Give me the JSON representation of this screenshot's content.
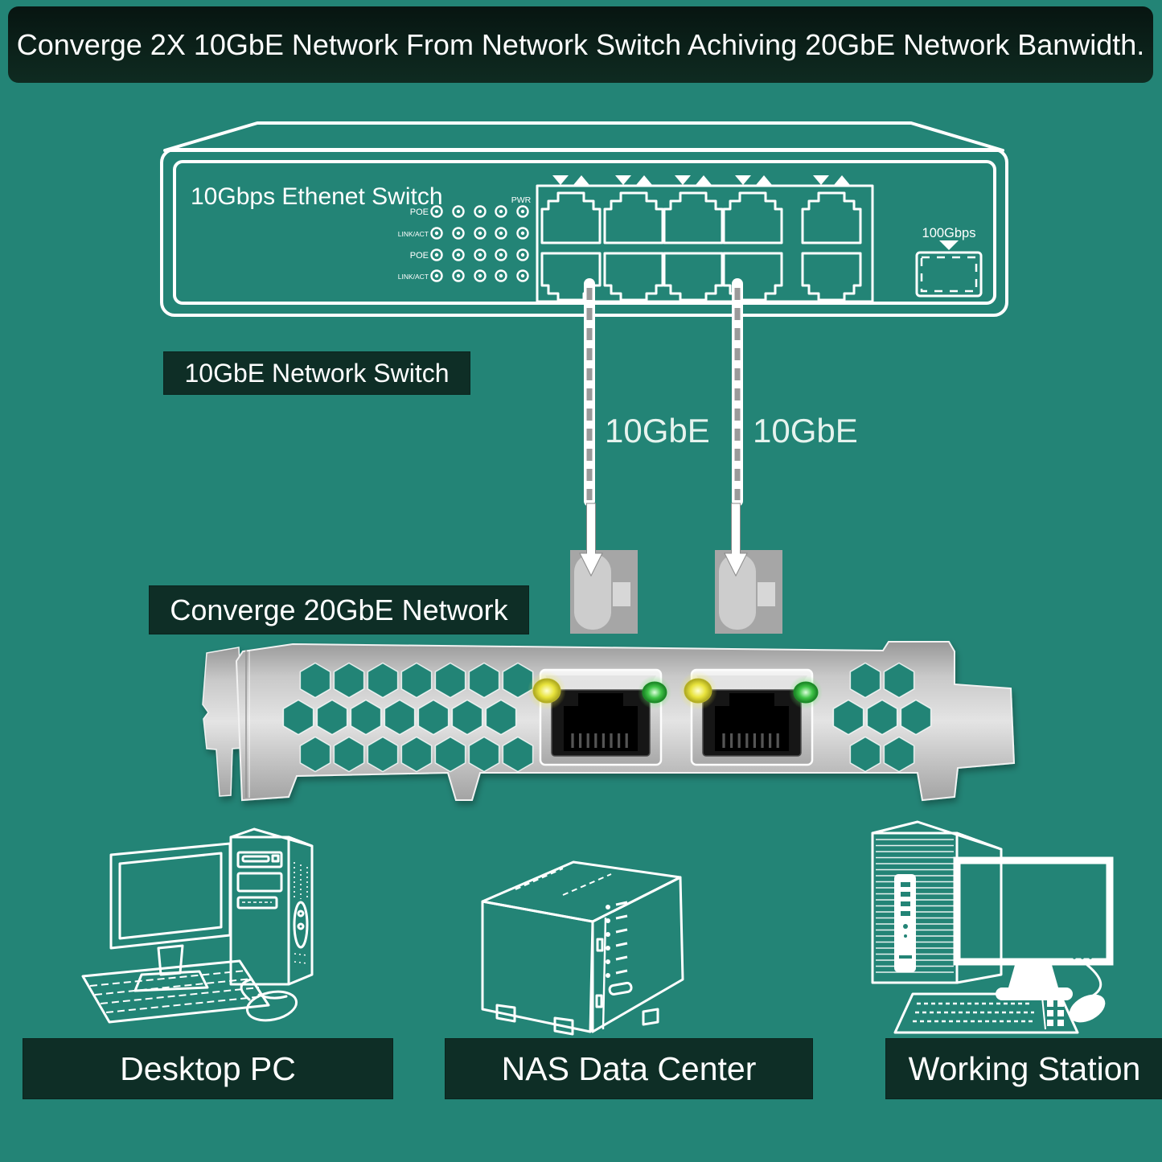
{
  "banner": {
    "title": "Converge 2X 10GbE Network From Network Switch Achiving 20GbE Network Banwidth."
  },
  "network_switch": {
    "title": "10Gbps Ethenet Switch",
    "led_rows": [
      "POE",
      "LINK/ACT",
      "POE",
      "LINK/ACT"
    ],
    "power_led": "PWR",
    "uplink_port": "100Gbps",
    "caption": "10GbE Network Switch"
  },
  "cables": {
    "left": "10GbE",
    "right": "10GbE"
  },
  "adapter": {
    "caption": "Converge 20GbE Network"
  },
  "devices": {
    "desktop": "Desktop PC",
    "nas": "NAS Data Center",
    "workstation": "Working Station"
  },
  "colors": {
    "background": "#238476",
    "panel": "#0e2e26",
    "banner_top": "#071511",
    "banner_bottom": "#0f2b21",
    "line": "#ffffff",
    "cable_dash": "#9a9a9a",
    "connector_body": "#a6a6a6",
    "connector_plug": "#cdcdcd",
    "connector_tab": "#d7d7d7",
    "led_yellow": "#e8e33c",
    "led_green": "#3fc447"
  }
}
